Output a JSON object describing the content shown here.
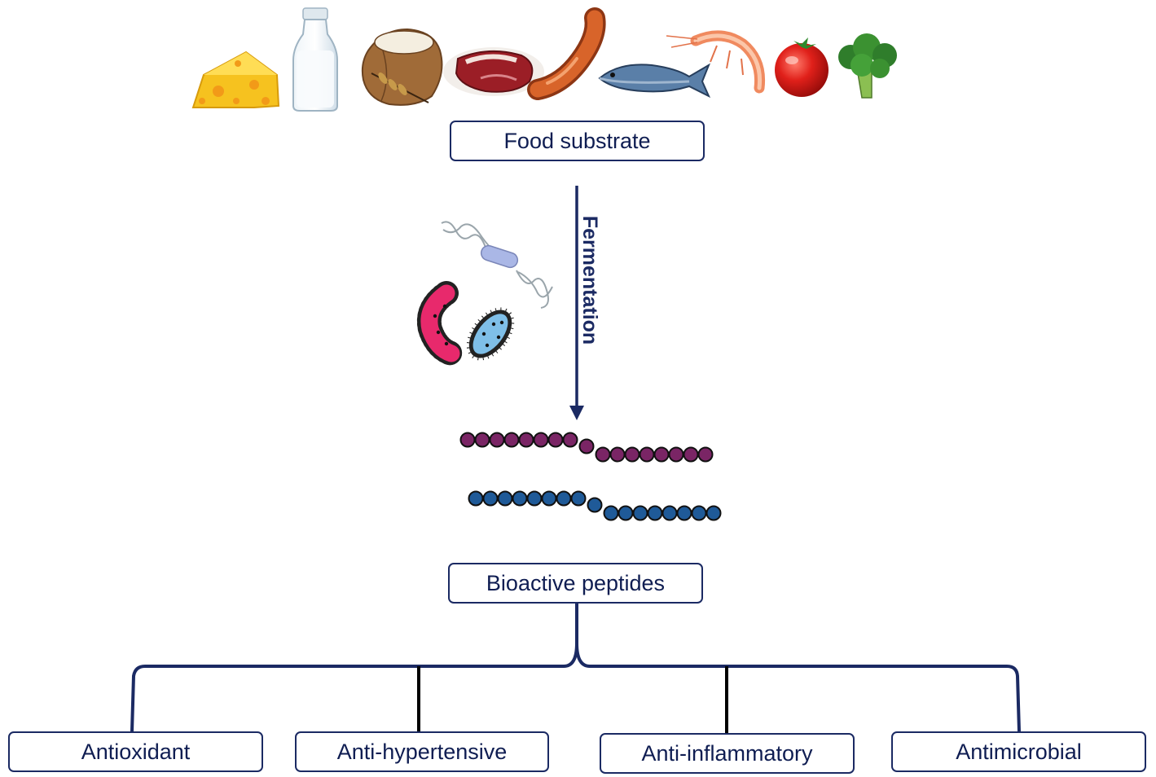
{
  "colors": {
    "navy": "#1b2a63",
    "text": "#0f1d52",
    "peptide_purple": "#7a2565",
    "peptide_blue": "#1f5a98"
  },
  "icons": [
    "cheese-icon",
    "milk-bottle-icon",
    "grain-sack-icon",
    "steak-icon",
    "sausage-icon",
    "fish-icon",
    "shrimp-icon",
    "tomato-icon",
    "broccoli-icon",
    "flagellated-bacterium-icon",
    "pink-bacterium-icon",
    "blue-bacterium-icon"
  ],
  "nodes": {
    "food_substrate": "Food substrate",
    "fermentation": "Fermentation",
    "bioactive_peptides": "Bioactive peptides",
    "activities": [
      "Antioxidant",
      "Anti-hypertensive",
      "Anti-inflammatory",
      "Antimicrobial"
    ]
  }
}
